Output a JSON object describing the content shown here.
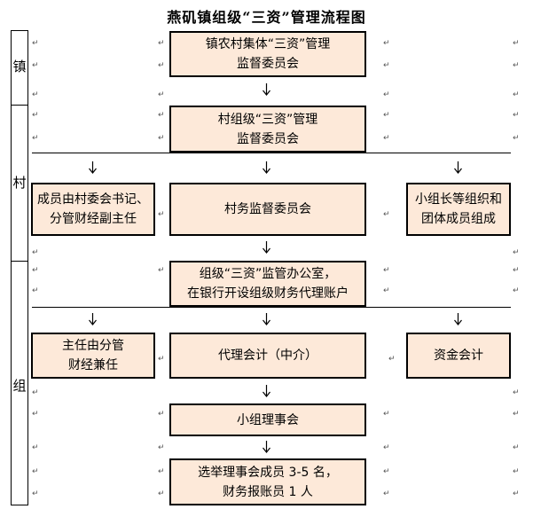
{
  "title": "燕矶镇组级“三资”管理流程图",
  "sidebar": {
    "zhen": "镇",
    "cun": "村",
    "zu": "组"
  },
  "boxes": {
    "zhen_committee": [
      "镇农村集体“三资”管理",
      "监督委员会"
    ],
    "village_committee": [
      "村组级“三资”管理",
      "监督委员会"
    ],
    "members_left": [
      "成员由村委会书记、",
      "分管财经副主任"
    ],
    "village_affairs": "村务监督委员会",
    "members_right": [
      "小组长等组织和",
      "团体成员组成"
    ],
    "office": [
      "组级“三资”监管办公室，",
      "在银行开设组级财务代理账户"
    ],
    "director": [
      "主任由分管",
      "财经兼任"
    ],
    "agent_accounting": "代理会计（中介）",
    "fund_accounting": "资金会计",
    "group_council": "小组理事会",
    "election": [
      "选举理事会成员 3-5 名，",
      "财务报账员 1 人"
    ]
  },
  "paragraph_mark": "↵"
}
